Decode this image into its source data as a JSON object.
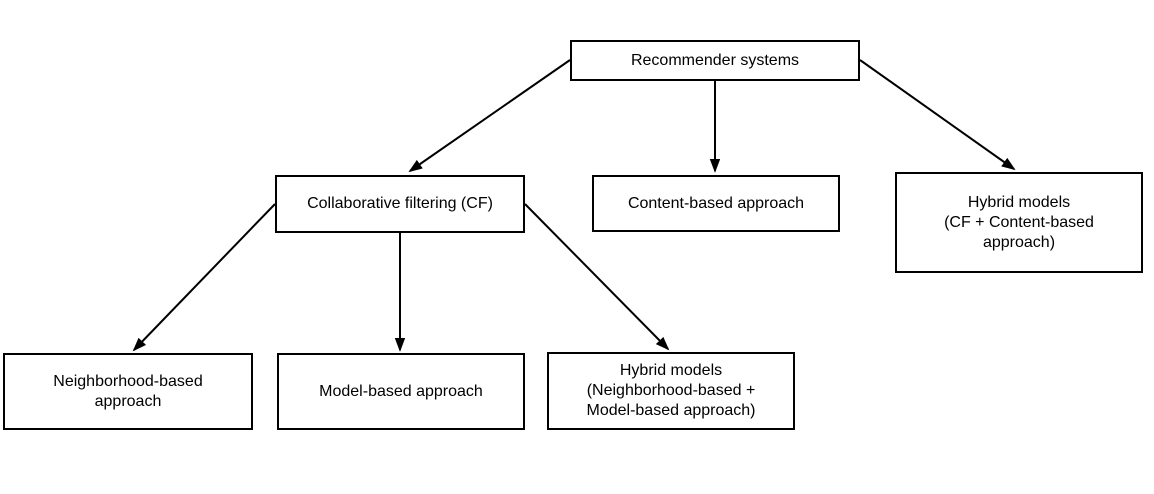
{
  "colors": {
    "stroke": "#000000",
    "node_fill": "#ffffff",
    "text": "#000000",
    "background": "#ffffff"
  },
  "nodes": {
    "root": {
      "label": "Recommender systems"
    },
    "cf": {
      "label": "Collaborative filtering (CF)"
    },
    "content": {
      "label": "Content-based approach"
    },
    "hybrid_top": {
      "label": "Hybrid models\n(CF + Content-based\napproach)"
    },
    "neighborhood": {
      "label": "Neighborhood-based\napproach"
    },
    "model": {
      "label": "Model-based approach"
    },
    "hybrid_bottom": {
      "label": "Hybrid models\n(Neighborhood-based +\nModel-based approach)"
    }
  },
  "edges": [
    {
      "from": "Recommender systems",
      "to": "Collaborative filtering (CF)"
    },
    {
      "from": "Recommender systems",
      "to": "Content-based approach"
    },
    {
      "from": "Recommender systems",
      "to": "Hybrid models (CF + Content-based approach)"
    },
    {
      "from": "Collaborative filtering (CF)",
      "to": "Neighborhood-based approach"
    },
    {
      "from": "Collaborative filtering (CF)",
      "to": "Model-based approach"
    },
    {
      "from": "Collaborative filtering (CF)",
      "to": "Hybrid models (Neighborhood-based + Model-based approach)"
    }
  ]
}
